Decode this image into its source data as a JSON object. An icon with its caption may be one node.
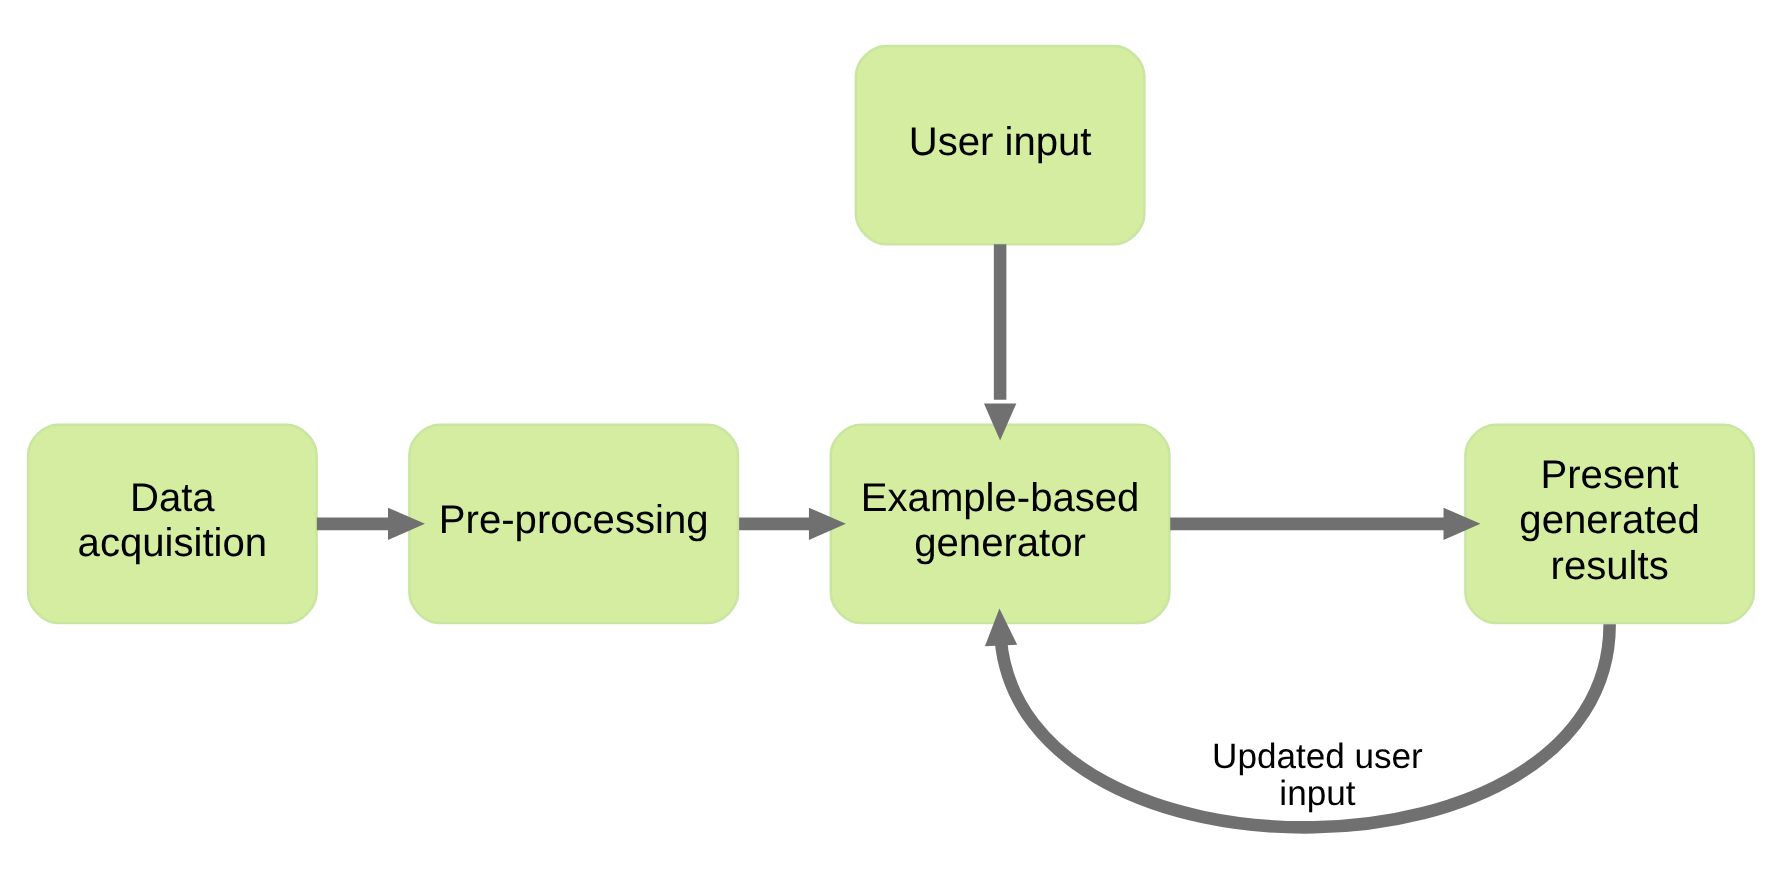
{
  "diagram": {
    "nodes": [
      {
        "text": [
          "Data acquisition"
        ]
      },
      {
        "text": [
          "Pre-processing"
        ]
      },
      {
        "text": [
          "Example-based generator"
        ]
      },
      {
        "text": [
          "Present generated results"
        ]
      },
      {
        "text": [
          "User input"
        ]
      }
    ],
    "edges": [
      {
        "from": 0,
        "to": 1,
        "arrow": "to"
      },
      {
        "from": 1,
        "to": 2,
        "arrow": "to"
      },
      {
        "from": 2,
        "to": 3,
        "arrow": "to"
      },
      {
        "from": 4,
        "to": 2,
        "arrow": "to"
      },
      {
        "from": 3,
        "to": 2,
        "arrow": "to",
        "label": "Updated user input"
      }
    ]
  }
}
